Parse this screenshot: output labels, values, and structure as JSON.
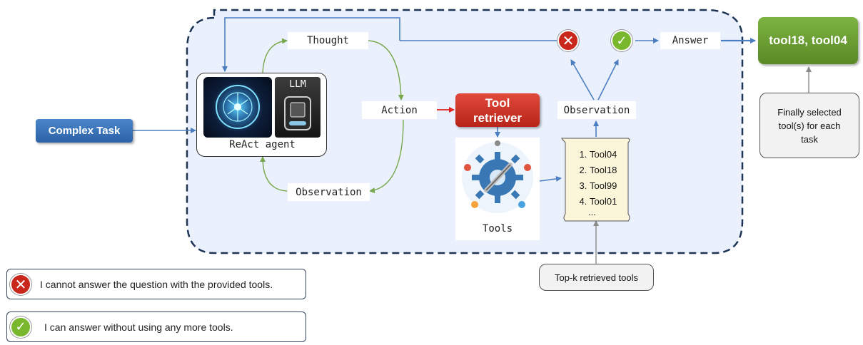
{
  "complex_task": "Complex Task",
  "react": {
    "caption": "ReAct agent",
    "llm_label": "LLM"
  },
  "loop": {
    "thought": "Thought",
    "action": "Action",
    "observation_bottom": "Observation"
  },
  "retriever": {
    "line1": "Tool",
    "line2": "retriever"
  },
  "tools_caption": "Tools",
  "retrieved_list": {
    "items": [
      "Tool04",
      "Tool18",
      "Tool99",
      "Tool01"
    ],
    "more": "..."
  },
  "observation_right": "Observation",
  "answer_label": "Answer",
  "result": "tool18, tool04",
  "notes": {
    "final_selection": "Finally selected tool(s) for each task",
    "topk": "Top-k retrieved tools"
  },
  "legend": {
    "cannot": "I cannot answer the question with the provided tools.",
    "can": "I can answer without using any more tools."
  },
  "colors": {
    "blue_arrow": "#4a7ec0",
    "green_arrow": "#78a64c",
    "red_arrow": "#e0201b",
    "region_fill": "#eaf1fd",
    "region_border": "#1f3556"
  }
}
